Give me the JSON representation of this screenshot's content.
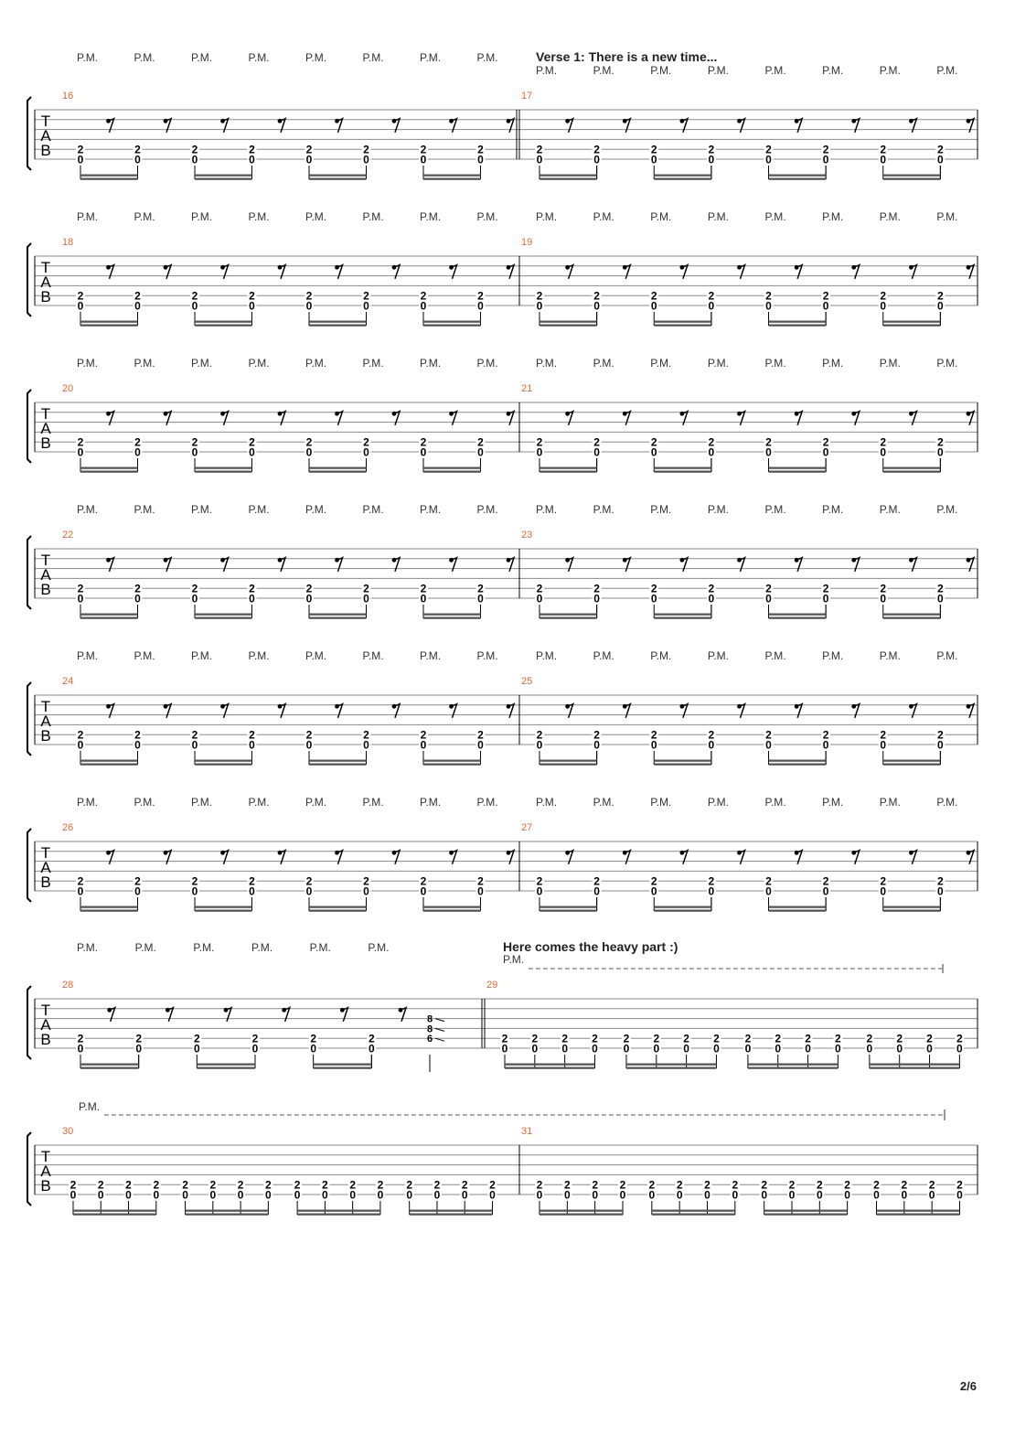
{
  "page": {
    "number": "2/6"
  },
  "labels": {
    "palm_mute": "P.M.",
    "tab_letters": [
      "T",
      "A",
      "B"
    ]
  },
  "colors": {
    "measure_number": "#e8662c",
    "ink": "#000000",
    "staff_line": "#8a8a8a",
    "pm_text": "#333333"
  },
  "systems": [
    {
      "annotations": [
        {
          "measure_index": 1,
          "text": "Verse 1: There is a new time..."
        }
      ],
      "measures": [
        {
          "number": "16",
          "pattern": "gallop",
          "pm_marks": 8
        },
        {
          "number": "17",
          "pattern": "gallop",
          "pm_marks": 8
        }
      ]
    },
    {
      "annotations": [],
      "measures": [
        {
          "number": "18",
          "pattern": "gallop",
          "pm_marks": 8
        },
        {
          "number": "19",
          "pattern": "gallop",
          "pm_marks": 8
        }
      ]
    },
    {
      "annotations": [],
      "measures": [
        {
          "number": "20",
          "pattern": "gallop",
          "pm_marks": 8
        },
        {
          "number": "21",
          "pattern": "gallop",
          "pm_marks": 8
        }
      ]
    },
    {
      "annotations": [],
      "measures": [
        {
          "number": "22",
          "pattern": "gallop",
          "pm_marks": 8
        },
        {
          "number": "23",
          "pattern": "gallop",
          "pm_marks": 8
        }
      ]
    },
    {
      "annotations": [],
      "measures": [
        {
          "number": "24",
          "pattern": "gallop",
          "pm_marks": 8
        },
        {
          "number": "25",
          "pattern": "gallop",
          "pm_marks": 8
        }
      ]
    },
    {
      "annotations": [],
      "measures": [
        {
          "number": "26",
          "pattern": "gallop",
          "pm_marks": 8
        },
        {
          "number": "27",
          "pattern": "gallop",
          "pm_marks": 8
        }
      ]
    },
    {
      "annotations": [
        {
          "measure_index": 1,
          "text": "Here comes the heavy part :)"
        }
      ],
      "measures": [
        {
          "number": "28",
          "pattern": "gallop_end",
          "pm_marks": 6,
          "final_chord": [
            "8",
            "8",
            "6"
          ]
        },
        {
          "number": "29",
          "pattern": "sixteenths",
          "pm_dashed": true
        }
      ]
    },
    {
      "annotations": [],
      "measures": [
        {
          "number": "30",
          "pattern": "sixteenths",
          "pm_dashed": true
        },
        {
          "number": "31",
          "pattern": "sixteenths"
        }
      ]
    }
  ],
  "notes": {
    "upper": "2",
    "lower": "0"
  }
}
